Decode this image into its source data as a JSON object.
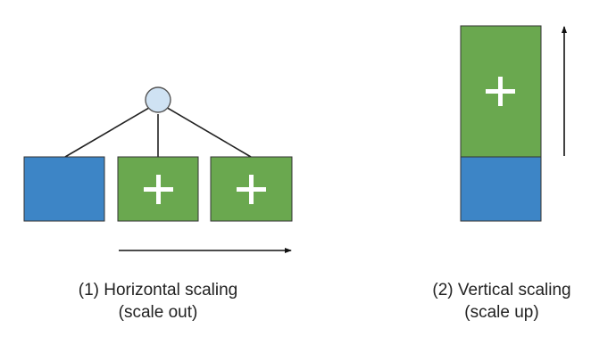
{
  "horizontal": {
    "caption_line1": "(1) Horizontal scaling",
    "caption_line2": "(scale out)"
  },
  "vertical": {
    "caption_line1": "(2) Vertical scaling",
    "caption_line2": "(scale up)"
  },
  "colors": {
    "original_node": "#3d85c6",
    "added_capacity": "#6aa84f",
    "load_balancer": "#cfe2f3",
    "outline": "#333333",
    "plus": "#ffffff",
    "arrow": "#111111"
  },
  "icons": {
    "plus": "plus-icon",
    "load_balancer": "load-balancer-node-icon",
    "arrow": "arrow-icon"
  }
}
